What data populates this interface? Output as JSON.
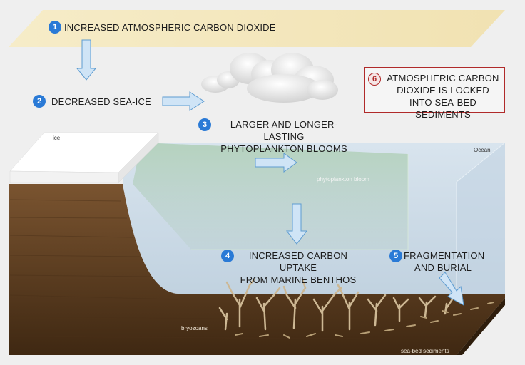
{
  "steps": [
    {
      "number": "1",
      "text": "INCREASED ATMOSPHERIC CARBON DIOXIDE"
    },
    {
      "number": "2",
      "text": "DECREASED SEA-ICE"
    },
    {
      "number": "3",
      "line1": "LARGER AND LONGER-LASTING",
      "line2": "PHYTOPLANKTON BLOOMS"
    },
    {
      "number": "4",
      "line1": "INCREASED CARBON UPTAKE",
      "line2": "FROM MARINE BENTHOS"
    },
    {
      "number": "5",
      "line1": "FRAGMENTATION",
      "line2": "AND BURIAL"
    },
    {
      "number": "6",
      "line1": "ATMOSPHERIC CARBON",
      "line2": "DIOXIDE IS LOCKED",
      "line3": "INTO SEA-BED SEDIMENTS"
    }
  ],
  "labels": {
    "ice": "ice",
    "ocean": "Ocean",
    "phytoplankton": "phytoplankton bloom",
    "bryozoans": "bryozoans",
    "sediments": "sea-bed sediments"
  },
  "colors": {
    "badge_blue": "#2a7ad6",
    "box_red": "#b02a2a",
    "arrow_fill": "#cfe4f6",
    "arrow_stroke": "#5d9bd0",
    "banner": "#f3e5b8",
    "sediment": "#5a3a1c",
    "ocean": "#c9d9e6",
    "bloom": "#9fc6a6"
  }
}
